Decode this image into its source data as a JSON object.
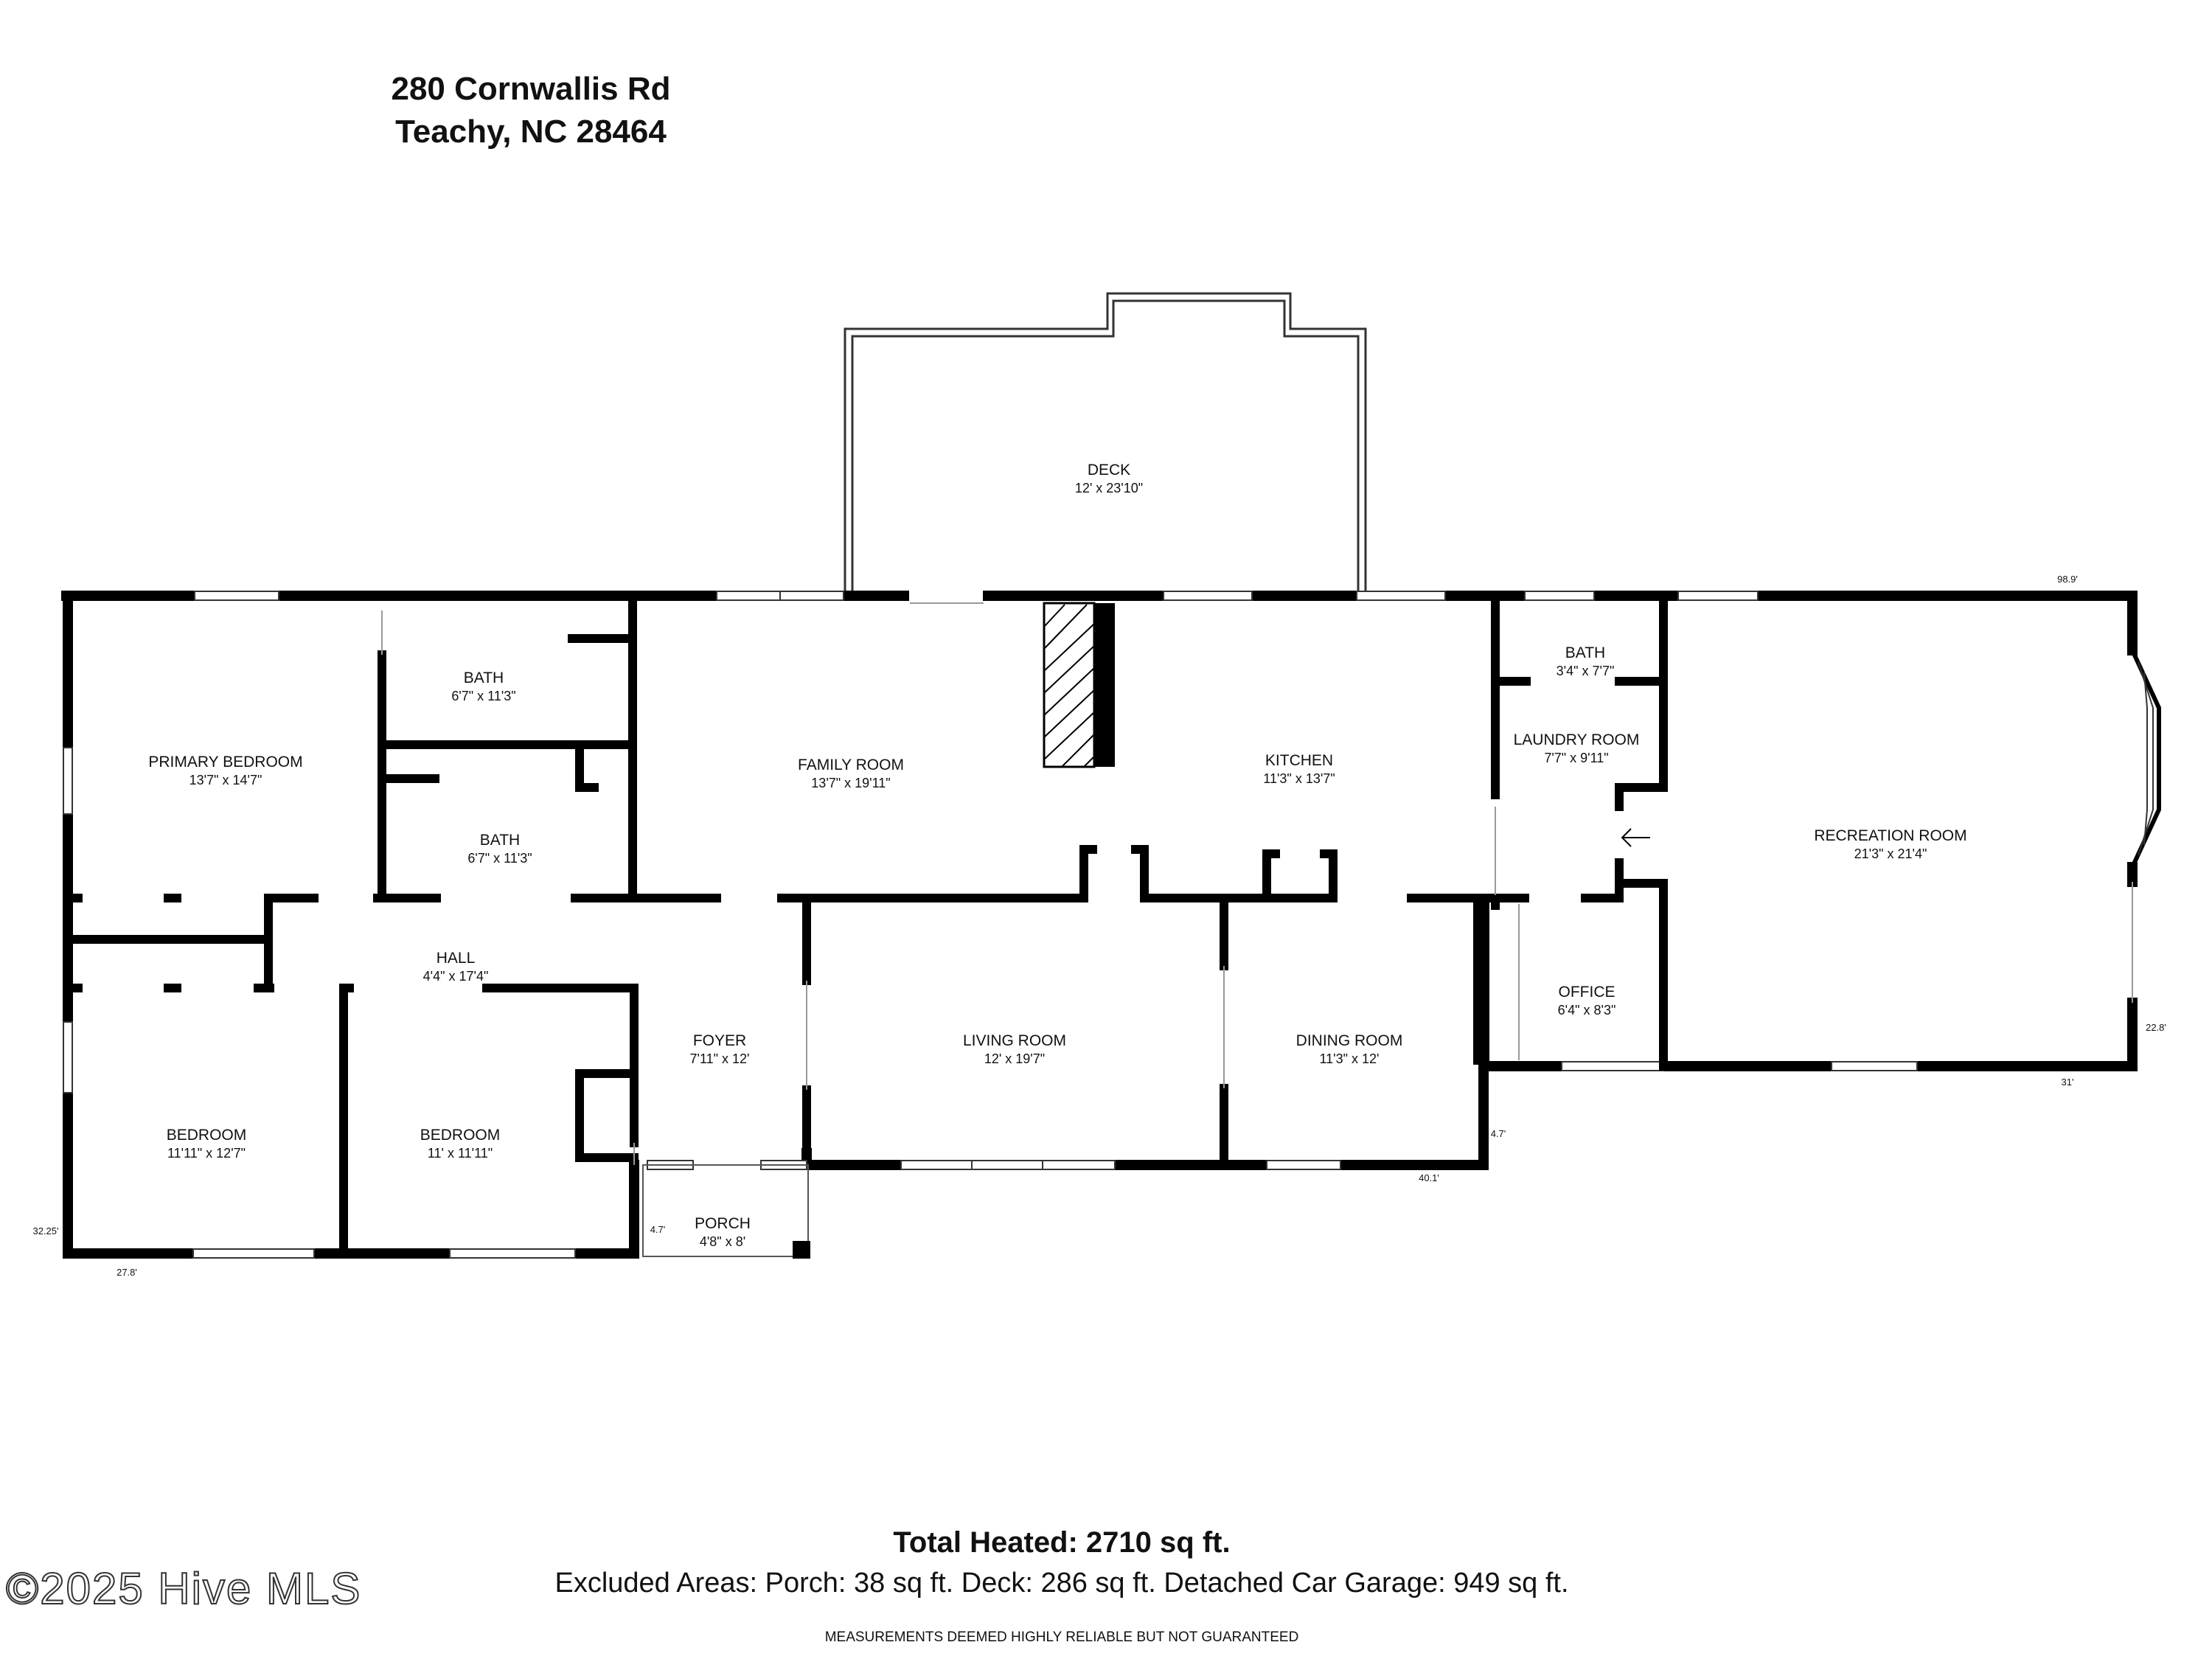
{
  "header": {
    "address_line1": "280 Cornwallis Rd",
    "address_line2": "Teachy, NC 28464"
  },
  "rooms": [
    {
      "name": "DECK",
      "dims": "12' x 23'10\""
    },
    {
      "name": "PRIMARY BEDROOM",
      "dims": "13'7\" x 14'7\""
    },
    {
      "name": "BATH",
      "dims": "6'7\" x 11'3\""
    },
    {
      "name": "BATH",
      "dims": "6'7\" x 11'3\""
    },
    {
      "name": "FAMILY ROOM",
      "dims": "13'7\" x 19'11\""
    },
    {
      "name": "KITCHEN",
      "dims": "11'3\" x 13'7\""
    },
    {
      "name": "BATH",
      "dims": "3'4\" x 7'7\""
    },
    {
      "name": "LAUNDRY ROOM",
      "dims": "7'7\" x 9'11\""
    },
    {
      "name": "RECREATION ROOM",
      "dims": "21'3\" x 21'4\""
    },
    {
      "name": "HALL",
      "dims": "4'4\" x 17'4\""
    },
    {
      "name": "FOYER",
      "dims": "7'11\" x 12'"
    },
    {
      "name": "LIVING ROOM",
      "dims": "12' x 19'7\""
    },
    {
      "name": "DINING ROOM",
      "dims": "11'3\" x 12'"
    },
    {
      "name": "OFFICE",
      "dims": "6'4\" x 8'3\""
    },
    {
      "name": "BEDROOM",
      "dims": "11'11\" x 12'7\""
    },
    {
      "name": "BEDROOM",
      "dims": "11' x 11'11\""
    },
    {
      "name": "PORCH",
      "dims": "4'8\" x 8'"
    }
  ],
  "exterior_dims": [
    "98.9'",
    "22.8'",
    "31'",
    "4.7'",
    "40.1'",
    "4.7'",
    "32.25'",
    "27.8'"
  ],
  "footer": {
    "total_heated": "Total Heated: 2710 sq ft.",
    "excluded_areas": "Excluded Areas: Porch: 38 sq ft. Deck: 286 sq ft. Detached Car Garage: 949 sq ft.",
    "disclaimer": "MEASUREMENTS DEEMED HIGHLY RELIABLE BUT NOT GUARANTEED",
    "watermark": "©2025 Hive MLS"
  }
}
